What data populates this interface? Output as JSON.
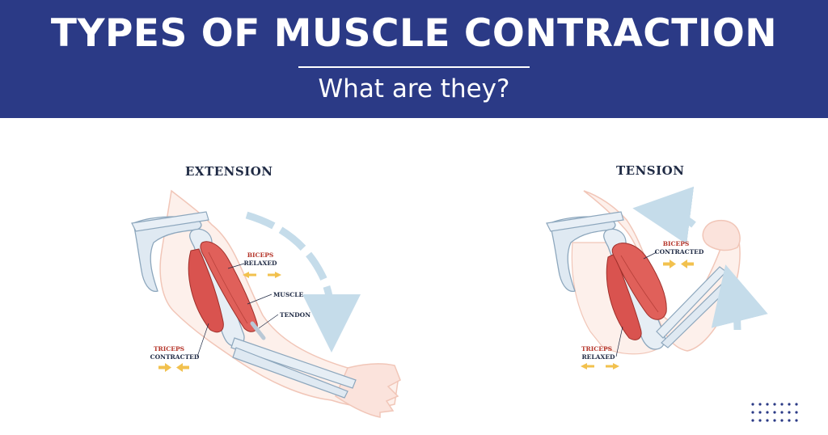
{
  "header": {
    "title": "TYPES OF MUSCLE CONTRACTION",
    "subtitle": "What are they?"
  },
  "panels": {
    "extension": {
      "title": "EXTENSION",
      "biceps_label": "BICEPS",
      "biceps_state": "RELAXED",
      "muscle_label": "MUSCLE",
      "tendon_label": "TENDON",
      "triceps_label": "TRICEPS",
      "triceps_state": "CONTRACTED"
    },
    "tension": {
      "title": "TENSION",
      "biceps_label": "BICEPS",
      "biceps_state": "CONTRACTED",
      "triceps_label": "TRICEPS",
      "triceps_state": "RELAXED"
    }
  },
  "colors": {
    "banner": "#2b3a86",
    "muscle": "#d9534f",
    "bone": "#dfe9f2",
    "skin": "#fbe3dc",
    "arrow_blue": "#c5dcea",
    "arrow_yellow": "#f2c14e"
  }
}
